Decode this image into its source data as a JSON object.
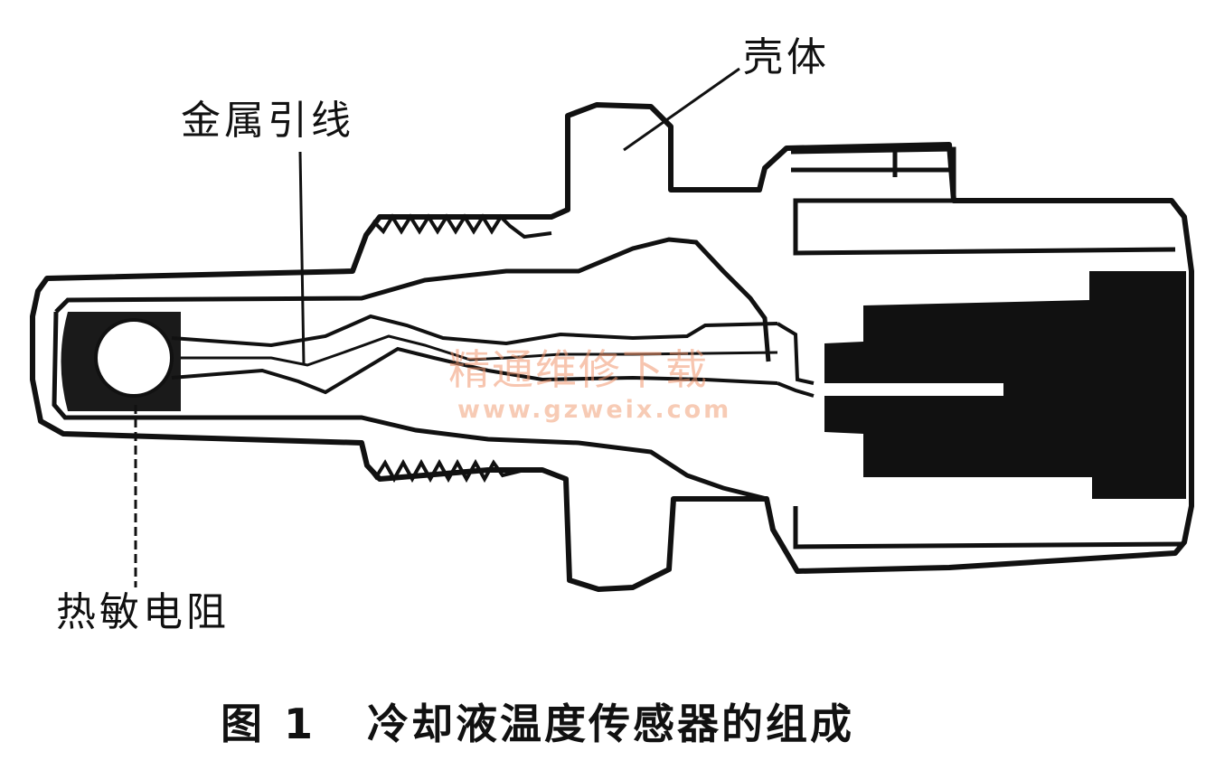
{
  "labels": {
    "shell": "壳体",
    "lead_wire": "金属引线",
    "thermistor": "热敏电阻"
  },
  "watermark": {
    "text": "精通维修下载",
    "url": "www.gzweix.com",
    "color": "#f0966e"
  },
  "caption": {
    "number": "图 1",
    "title": "冷却液温度传感器的组成"
  },
  "colors": {
    "ink": "#111111",
    "background": "#ffffff"
  }
}
